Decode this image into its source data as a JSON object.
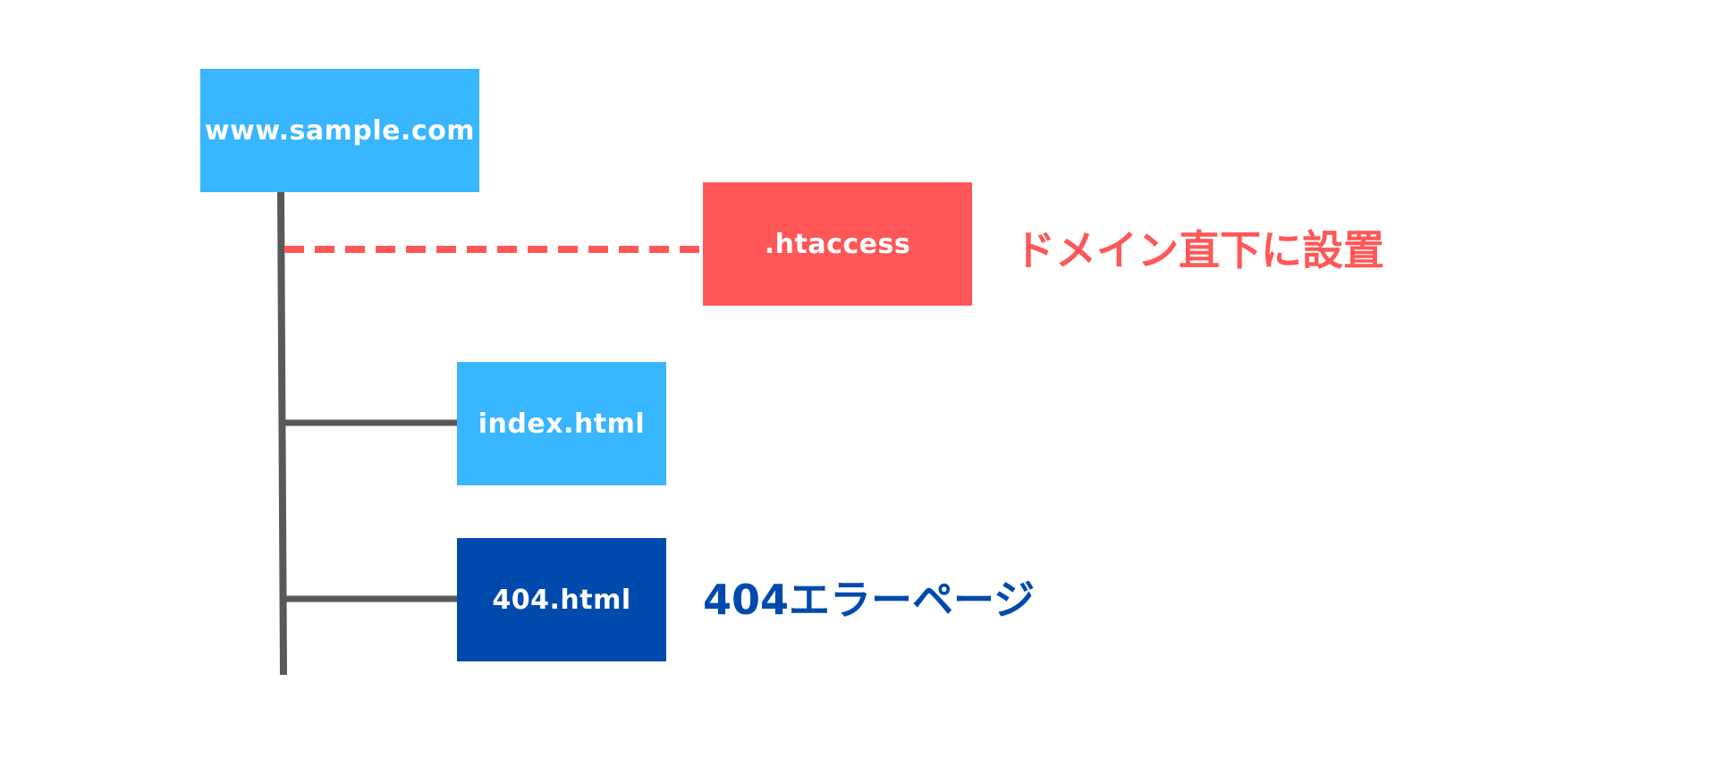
{
  "colors": {
    "light_blue": "#38b6ff",
    "coral": "#ff5757",
    "dark_blue": "#004aad",
    "connector": "#595959",
    "text_on_box": "#ffffff"
  },
  "nodes": {
    "root": {
      "label": "www.sample.com"
    },
    "htaccess": {
      "label": ".htaccess"
    },
    "index": {
      "label": "index.html"
    },
    "error_page": {
      "label": "404.html"
    }
  },
  "annotations": {
    "htaccess_note": "ドメイン直下に設置",
    "error_note": "404エラーページ"
  }
}
